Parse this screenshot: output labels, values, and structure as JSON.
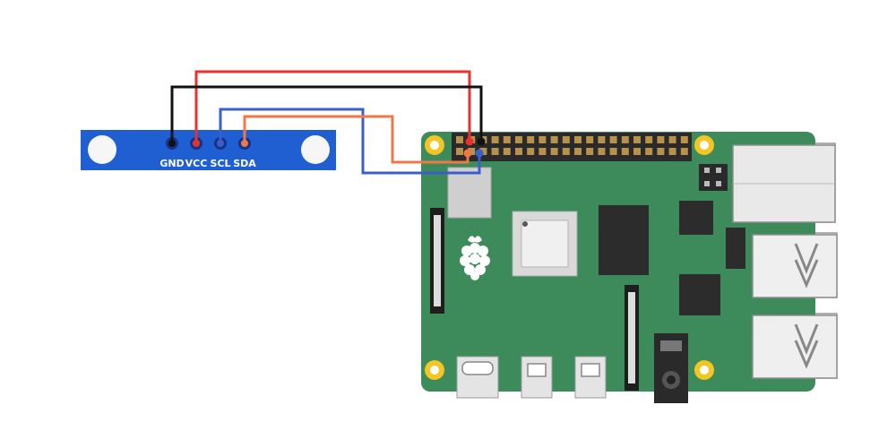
{
  "sensor": {
    "pins": [
      {
        "label": "GND",
        "wire_color": "#111111"
      },
      {
        "label": "VCC",
        "wire_color": "#e8322b"
      },
      {
        "label": "SCL",
        "wire_color": "#3a5fcd"
      },
      {
        "label": "SDA",
        "wire_color": "#f07845"
      }
    ]
  },
  "colors": {
    "board_green": "#3d8a5a",
    "sensor_blue": "#1f5fd1",
    "wire_gnd": "#111111",
    "wire_vcc": "#e8322b",
    "wire_scl": "#3a5fcd",
    "wire_sda": "#f07845",
    "mount_hole": "#f3c623"
  },
  "icons": [
    "raspberry-logo-icon"
  ]
}
